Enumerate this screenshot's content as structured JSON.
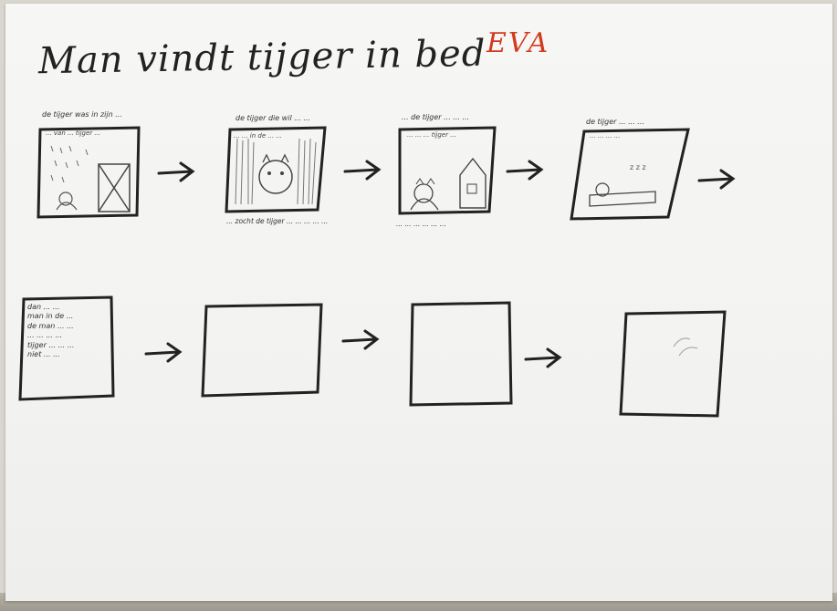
{
  "title": "Man vindt tijger in bed",
  "author": "EVA",
  "row1": [
    {
      "caption_top": "de tijger was in zijn ...",
      "caption_inside": "... van ... tijger ...",
      "scene": "tiger in cage with rain"
    },
    {
      "caption_top": "de tijger die wil ... ...",
      "caption_inside": "... ... in de ... ...",
      "caption_bottom": "... zocht de tijger ... ... ... ... ...",
      "scene": "tiger face in long grass"
    },
    {
      "caption_top": "... de tijger ... ... ...",
      "caption_inside": "... ... ... tijger ...",
      "caption_bottom": "... ... ... ... ... ...",
      "scene": "tiger and house"
    },
    {
      "caption_top": "de tijger ... ... ...",
      "caption_inside": "... ... ... ...",
      "scene": "tiger sleeping in bed"
    }
  ],
  "row2": [
    {
      "lines": [
        "dan ... ...",
        "man in de ...",
        "de man ... ...",
        "... ... ... ...",
        "tijger ... ... ...",
        "niet ... ..."
      ],
      "scene": "text only"
    },
    {
      "scene": "empty"
    },
    {
      "scene": "empty"
    },
    {
      "scene": "faint sketch"
    }
  ],
  "colors": {
    "ink": "#222222",
    "author": "#d23a1f",
    "paper": "#f5f5f3"
  },
  "icons": {
    "arrow": "right-arrow-icon"
  }
}
